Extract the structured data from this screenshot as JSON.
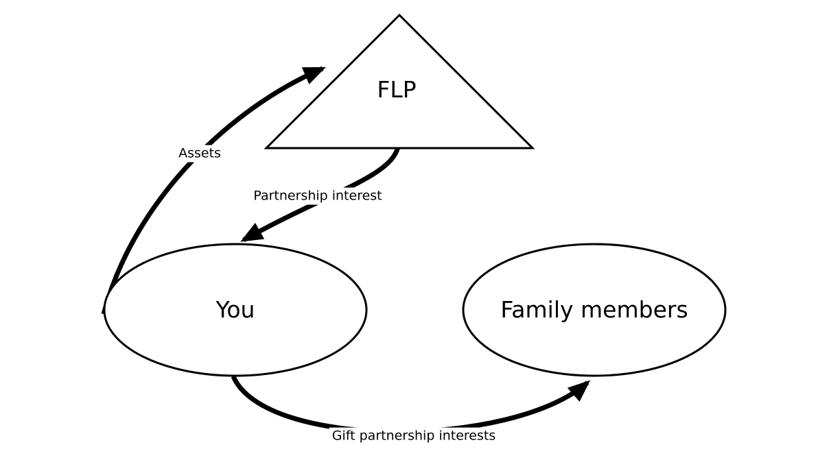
{
  "diagram": {
    "description": "Family limited partnership flow diagram",
    "colors": {
      "background": "#ffffff",
      "line": "#000000",
      "text": "#000000",
      "label_background": "#ffffff"
    },
    "nodes": {
      "flp": {
        "label": "FLP",
        "shape": "triangle"
      },
      "you": {
        "label": "You",
        "shape": "ellipse"
      },
      "family": {
        "label": "Family members",
        "shape": "ellipse"
      }
    },
    "edges": {
      "assets": {
        "label": "Assets",
        "from": "You",
        "to": "FLP"
      },
      "partnership_interest": {
        "label": "Partnership interest",
        "from": "FLP",
        "to": "You"
      },
      "gift": {
        "label": "Gift partnership interests",
        "from": "You",
        "to": "Family members"
      }
    }
  }
}
